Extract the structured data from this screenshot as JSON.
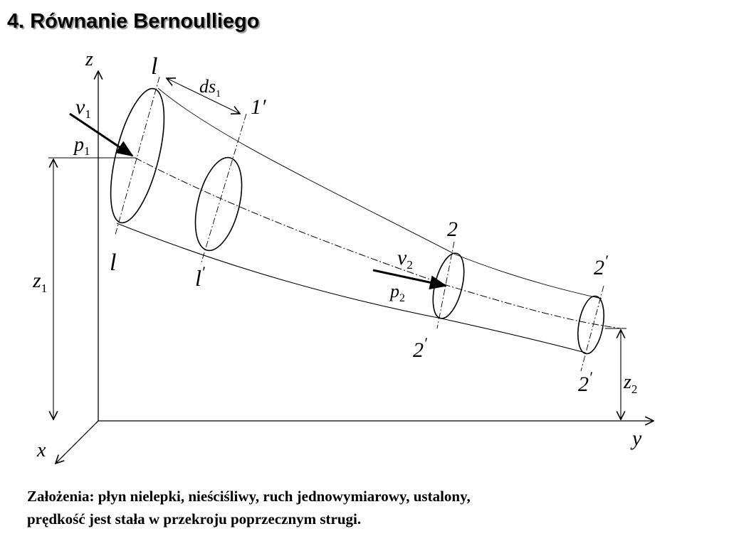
{
  "title": "4. Równanie Bernoulliego",
  "diagram": {
    "axis_z": "z",
    "axis_x": "x",
    "axis_y": "y",
    "section_1": "l",
    "section_1_prime": "1",
    "section_1_prime_bottom": "l",
    "section_2": "2",
    "section_2_prime": "2",
    "prime_mark": "′",
    "ds": "ds",
    "ds_sub": "1",
    "v": "v",
    "v1_sub": "1",
    "v2_sub": "2",
    "p": "p",
    "p1_sub": "1",
    "p2_sub": "2",
    "z": "z",
    "z1_sub": "1",
    "z2_sub": "2"
  },
  "caption": {
    "line1": "Założenia: płyn  nielepki, nieściśliwy, ruch jednowymiarowy, ustalony,",
    "line2": "prędkość jest stała w przekroju poprzecznym strugi."
  }
}
